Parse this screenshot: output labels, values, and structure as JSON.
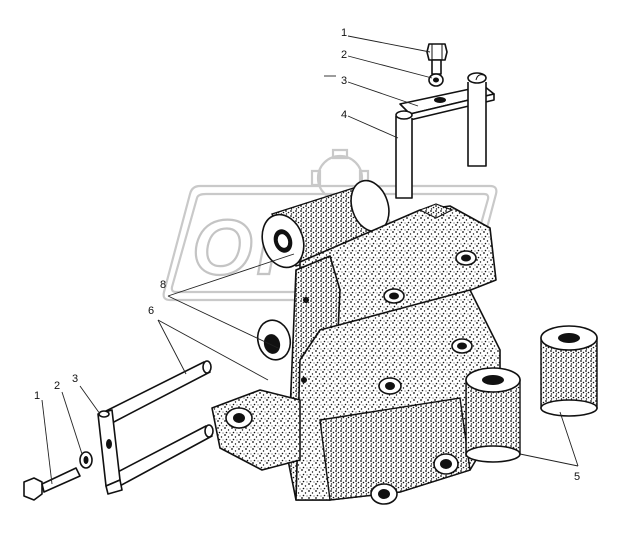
{
  "diagram": {
    "watermark": {
      "text": "OPEX"
    },
    "callouts": [
      {
        "id": "c1-top",
        "label": "1"
      },
      {
        "id": "c2-top",
        "label": "2"
      },
      {
        "id": "c3-top",
        "label": "3"
      },
      {
        "id": "c4",
        "label": "4"
      },
      {
        "id": "c8",
        "label": "8"
      },
      {
        "id": "c6",
        "label": "6"
      },
      {
        "id": "c1-left",
        "label": "1"
      },
      {
        "id": "c2-left",
        "label": "2"
      },
      {
        "id": "c3-left",
        "label": "3"
      },
      {
        "id": "c5",
        "label": "5"
      }
    ]
  }
}
